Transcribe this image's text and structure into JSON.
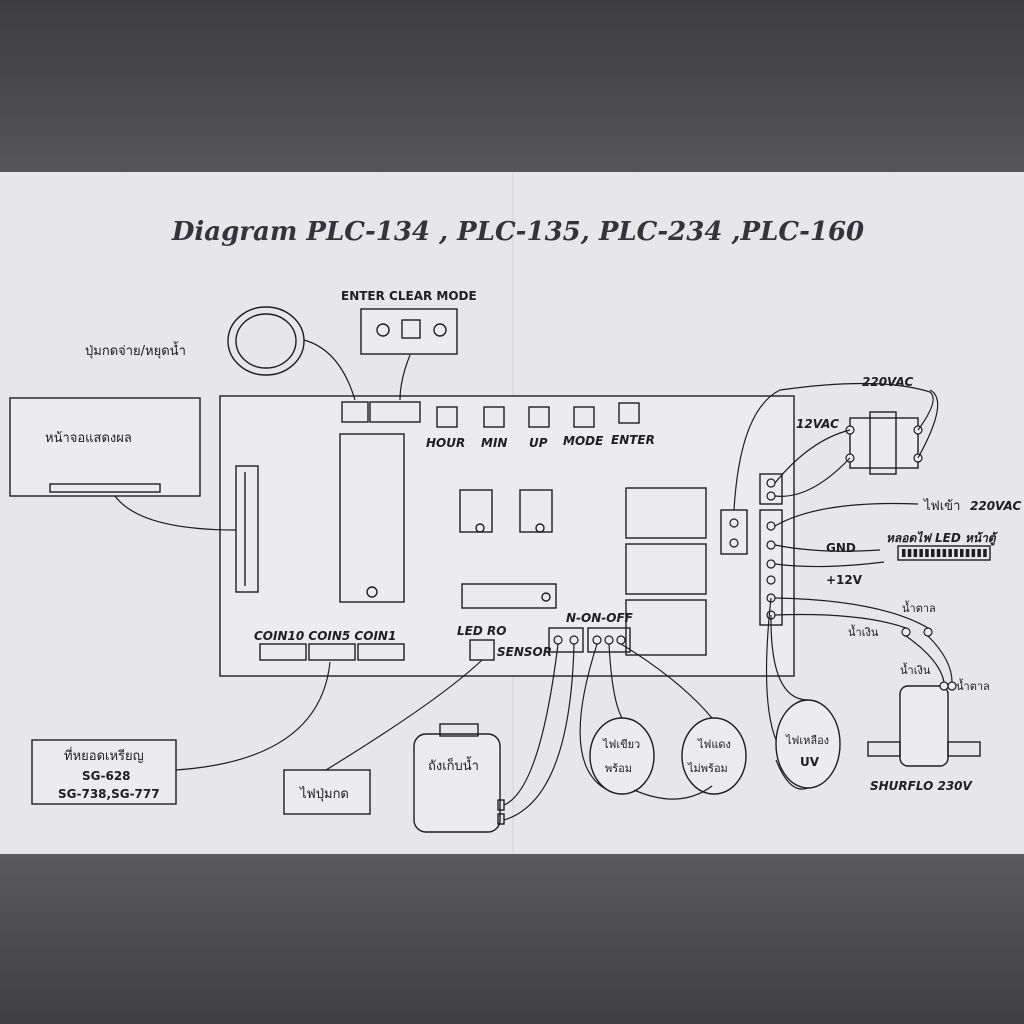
{
  "title": "Diagram PLC-134 , PLC-135, PLC-234 ,PLC-160",
  "top_panel": {
    "label": "ENTER CLEAR MODE"
  },
  "push_button": {
    "label": "ปุ่มกดจ่าย/หยุดน้ำ"
  },
  "display": {
    "label": "หน้าจอแสดงผล"
  },
  "buttons": [
    "HOUR",
    "MIN",
    "UP",
    "MODE",
    "ENTER"
  ],
  "coin_header": "COIN10 COIN5 COIN1",
  "coin_acceptor": {
    "label": "ที่หยอดเหรียญ",
    "models_1": "SG-628",
    "models_2": "SG-738,SG-777"
  },
  "led_ro": "LED RO",
  "sensor": "SENSOR",
  "switch": "N-ON-OFF",
  "button_light": "ไฟปุ่มกด",
  "water_tank": "ถังเก็บน้ำ",
  "lamps": {
    "green_1": "ไฟเขียว",
    "green_2": "พร้อม",
    "red_1": "ไฟแดง",
    "red_2": "ไม่พร้อม",
    "yellow_1": "ไฟเหลือง",
    "yellow_2": "UV"
  },
  "power": {
    "ac220": "220VAC",
    "ac12": "12VAC",
    "input_label": "ไฟเข้า",
    "input_value": "220VAC",
    "gnd": "GND",
    "v12": "+12V",
    "led_strip": "หลอดไฟ LED หน้าตู้"
  },
  "pump": {
    "brown": "น้ำตาล",
    "blue": "น้ำเงิน",
    "blue_2": "น้ำเงิน",
    "brown_2": "น้ำตาล",
    "model": "SHURFLO 230V"
  }
}
